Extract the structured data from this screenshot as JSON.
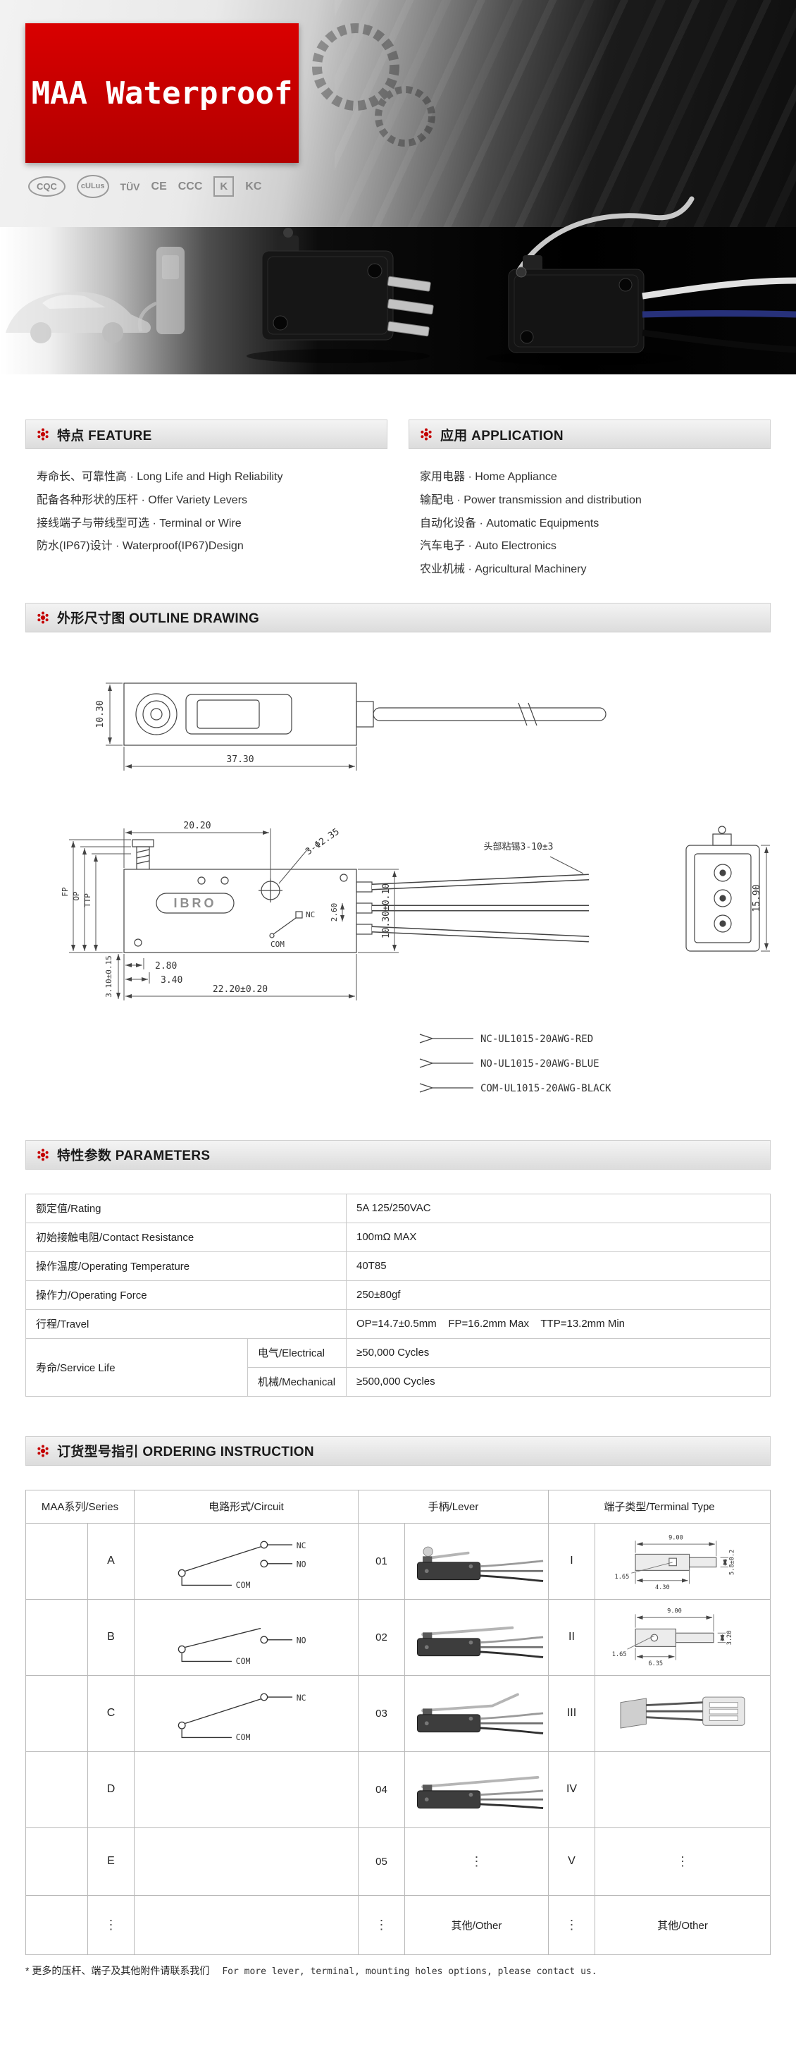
{
  "hero": {
    "title": "MAA Waterproof",
    "logos": [
      "CQC",
      "cULus",
      "TÜV",
      "CE",
      "CCC",
      "K",
      "KC"
    ]
  },
  "sections": {
    "feature": "特点 FEATURE",
    "application": "应用 APPLICATION",
    "outline": "外形尺寸图 OUTLINE DRAWING",
    "parameters": "特性参数 PARAMETERS",
    "ordering": "订货型号指引 ORDERING INSTRUCTION"
  },
  "feature": {
    "items": [
      "寿命长、可靠性高 · Long Life and High Reliability",
      "配备各种形状的压杆 · Offer Variety Levers",
      "接线端子与带线型可选 · Terminal or Wire",
      "防水(IP67)设计 · Waterproof(IP67)Design"
    ]
  },
  "application": {
    "items": [
      "家用电器 · Home Appliance",
      "输配电 · Power transmission and distribution",
      "自动化设备 · Automatic Equipments",
      "汽车电子 · Auto Electronics",
      "农业机械 · Agricultural Machinery"
    ]
  },
  "outline": {
    "top": {
      "h": "10.30",
      "w": "37.30"
    },
    "side": {
      "w_top": "20.20",
      "holes": "3-Φ2.35",
      "fp": "FP",
      "op": "OP",
      "ttp": "TTP",
      "h_right": "10.30±0.10",
      "d260": "2.60",
      "d280": "2.80",
      "d340": "3.40",
      "w_bottom": "22.20±0.20",
      "d310": "3.10±0.15",
      "nc": "NC",
      "com": "COM",
      "brand": "IBRO"
    },
    "wire_note": "头部粘锡3-10±3",
    "conn_h": "15.90",
    "wires": [
      "NC-UL1015-20AWG-RED",
      "NO-UL1015-20AWG-BLUE",
      "COM-UL1015-20AWG-BLACK"
    ]
  },
  "parameters": {
    "rows": [
      {
        "label": "额定值/Rating",
        "value": "5A 125/250VAC"
      },
      {
        "label": "初始接触电阻/Contact Resistance",
        "value": "100mΩ MAX"
      },
      {
        "label": "操作温度/Operating Temperature",
        "value": "40T85"
      },
      {
        "label": "操作力/Operating Force",
        "value": "250±80gf"
      },
      {
        "label": "行程/Travel",
        "value": "OP=14.7±0.5mm    FP=16.2mm Max    TTP=13.2mm Min"
      }
    ],
    "life": {
      "label": "寿命/Service Life",
      "rows": [
        {
          "label": "电气/Electrical",
          "value": "≥50,000 Cycles"
        },
        {
          "label": "机械/Mechanical",
          "value": "≥500,000 Cycles"
        }
      ]
    }
  },
  "ordering": {
    "headers": [
      "MAA系列/Series",
      "电路形式/Circuit",
      "手柄/Lever",
      "端子类型/Terminal Type"
    ],
    "circuit": {
      "nc": "NC",
      "no": "NO",
      "com": "COM"
    },
    "rows": [
      {
        "series": "A",
        "lever_code": "01",
        "terminal_code": "I"
      },
      {
        "series": "B",
        "lever_code": "02",
        "terminal_code": "II"
      },
      {
        "series": "C",
        "lever_code": "03",
        "terminal_code": "III"
      },
      {
        "series": "D",
        "lever_code": "04",
        "terminal_code": "IV"
      },
      {
        "series": "E",
        "lever_code": "05",
        "terminal_code": "V"
      }
    ],
    "dots": "⋮",
    "other": "其他/Other",
    "tdim1": [
      "9.00",
      "4.30",
      "1.65",
      "5.8±0.2"
    ],
    "tdim2": [
      "9.00",
      "6.35",
      "3.20",
      "1.65"
    ],
    "note_cn": "* 更多的压杆、端子及其他附件请联系我们",
    "note_en": "For more lever, terminal, mounting holes options, please contact us."
  }
}
